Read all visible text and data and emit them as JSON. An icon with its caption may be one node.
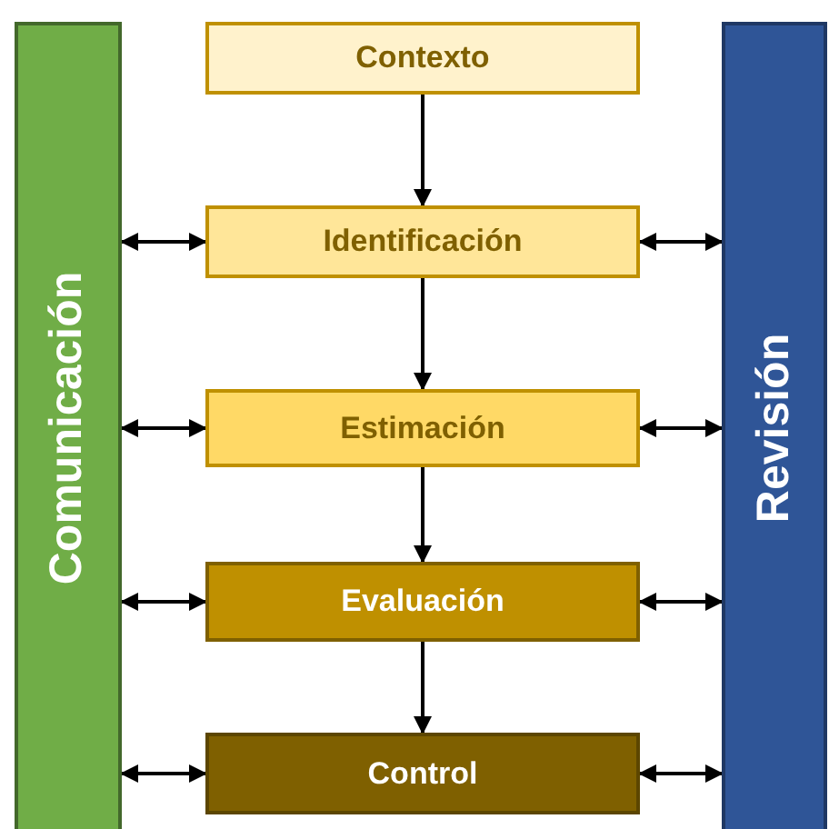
{
  "diagram": {
    "nodes": [
      {
        "text": [
          "Comunicación"
        ]
      },
      {
        "text": [
          "Contexto"
        ]
      },
      {
        "text": [
          "Identificación"
        ]
      },
      {
        "text": [
          "Estimación"
        ]
      },
      {
        "text": [
          "Evaluación"
        ]
      },
      {
        "text": [
          "Control"
        ]
      },
      {
        "text": [
          "Revisión"
        ]
      }
    ],
    "edges": [
      {
        "from": 1,
        "to": 2,
        "arrow": "to"
      },
      {
        "from": 2,
        "to": 3,
        "arrow": "to"
      },
      {
        "from": 3,
        "to": 4,
        "arrow": "to"
      },
      {
        "from": 4,
        "to": 5,
        "arrow": "to"
      },
      {
        "from": 0,
        "to": 2,
        "arrow": "both"
      },
      {
        "from": 0,
        "to": 3,
        "arrow": "both"
      },
      {
        "from": 0,
        "to": 4,
        "arrow": "both"
      },
      {
        "from": 0,
        "to": 5,
        "arrow": "both"
      },
      {
        "from": 6,
        "to": 2,
        "arrow": "both"
      },
      {
        "from": 6,
        "to": 3,
        "arrow": "both"
      },
      {
        "from": 6,
        "to": 4,
        "arrow": "both"
      },
      {
        "from": 6,
        "to": 5,
        "arrow": "both"
      }
    ]
  }
}
